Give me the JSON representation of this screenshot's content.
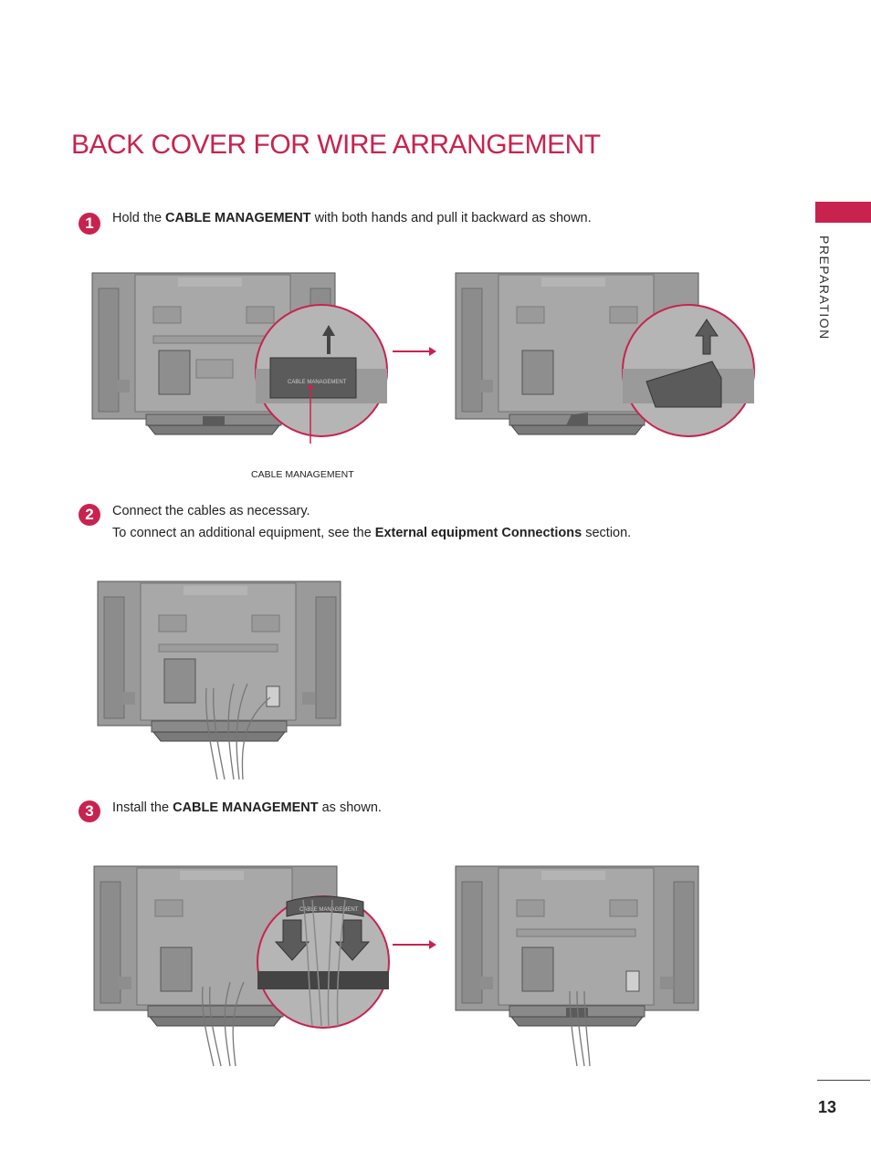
{
  "page": {
    "title": "BACK COVER FOR WIRE ARRANGEMENT",
    "section_tab": "PREPARATION",
    "page_number": "13"
  },
  "steps": [
    {
      "number": "1",
      "before": "Hold the ",
      "bold": "CABLE MANAGEMENT",
      "after": " with both hands and pull it backward as shown."
    },
    {
      "number": "2",
      "line1": "Connect the cables as necessary.",
      "line2_before": "To connect an additional equipment, see the ",
      "line2_bold": "External equipment Connections",
      "line2_after": " section."
    },
    {
      "number": "3",
      "before": "Install the ",
      "bold": "CABLE MANAGEMENT",
      "after": " as shown."
    }
  ],
  "figure_labels": {
    "callout": "CABLE MANAGEMENT",
    "cover_text": "CABLE MANAGEMENT"
  },
  "colors": {
    "accent": "#c8234f",
    "tv_body": "#9a9a9a",
    "tv_dark": "#5a5a5a",
    "cover": "#5b5b5b"
  }
}
